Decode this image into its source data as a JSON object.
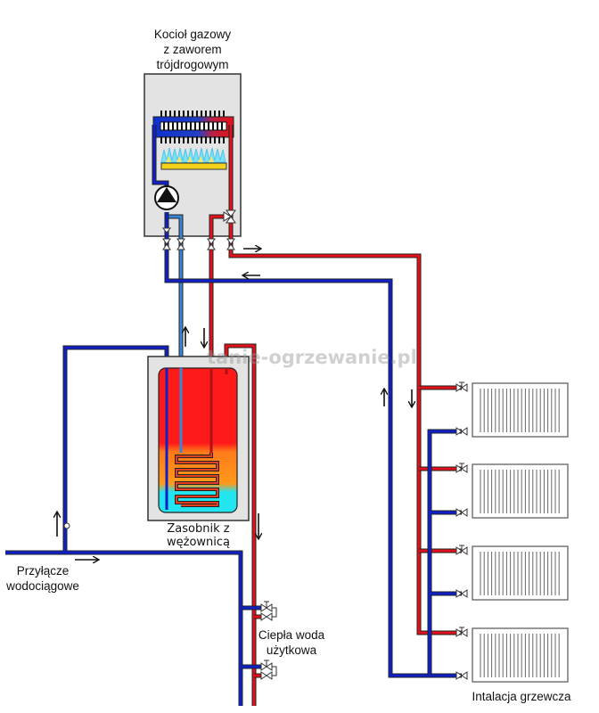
{
  "labels": {
    "boiler": [
      "Kocioł gazowy",
      "z zaworem",
      "trójdrogowym"
    ],
    "tank": [
      "Zasobnik z",
      "wężownicą"
    ],
    "water_supply": [
      "Przyłącze",
      "wodociągowe"
    ],
    "hot_water": [
      "Ciepła woda",
      "użytkowa"
    ],
    "heating": "Intalacja grzewcza"
  },
  "watermark": "tanie-ogrzewanie.pl",
  "colors": {
    "hot_pipe": "#e3121a",
    "cold_pipe": "#1020c8",
    "light_blue_pipe": "#3a86d6",
    "boiler_body": "#e3e3e3",
    "tank_hot": "#ff1a1a",
    "tank_warm": "#ff8c1a",
    "tank_cold": "#22e5f0",
    "burner": "#f5d21a",
    "flame": "#66d9f5"
  },
  "components": {
    "radiator_count": 4,
    "hot_water_taps": 2
  }
}
